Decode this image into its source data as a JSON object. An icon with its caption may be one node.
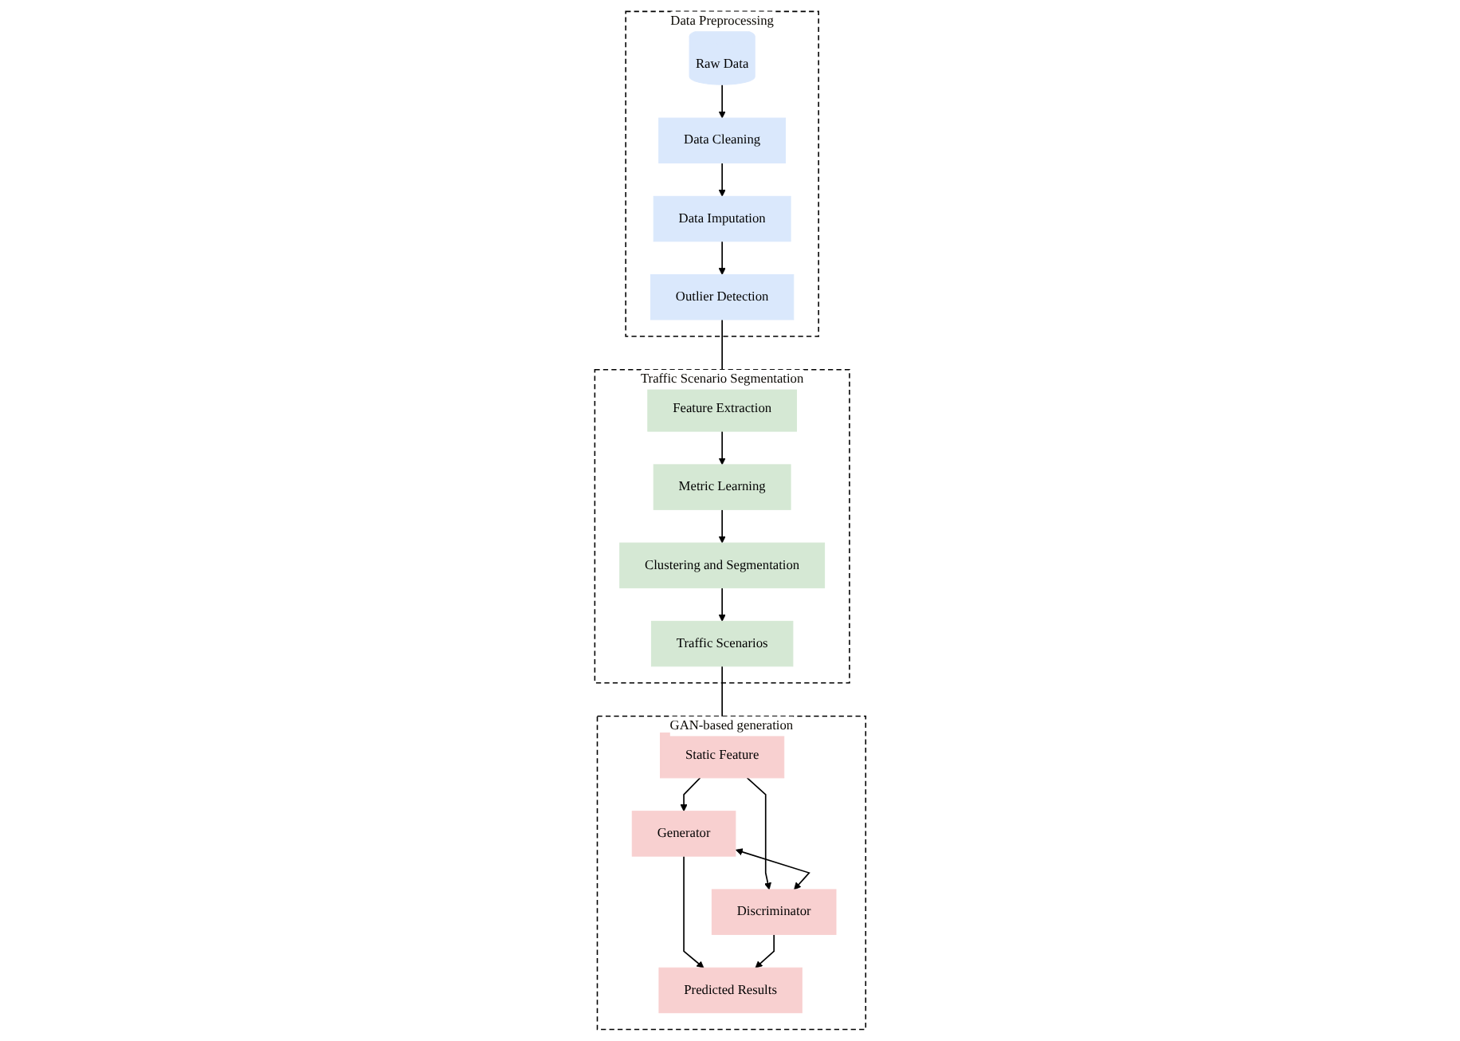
{
  "diagram": {
    "nodes": [
      {
        "text": [
          "GAN-based generation"
        ]
      },
      {
        "text": [
          "Static Feature"
        ],
        "in": 0
      },
      {
        "text": [
          "Generator"
        ],
        "in": 0
      },
      {
        "text": [
          "Discriminator"
        ],
        "in": 0
      },
      {
        "text": [
          "Predicted Results"
        ],
        "in": 0
      },
      {
        "text": [
          "Traffic Scenario Segmentation"
        ]
      },
      {
        "text": [
          "Traffic Scenarios"
        ],
        "in": 5
      },
      {
        "text": [
          "Clustering and Segmentation"
        ],
        "in": 5
      },
      {
        "text": [
          "Metric Learning"
        ],
        "in": 5
      },
      {
        "text": [
          "Feature Extraction"
        ],
        "in": 5
      },
      {
        "text": [
          "Data Preprocessing"
        ]
      },
      {
        "text": [
          "Raw Data"
        ],
        "in": 10
      },
      {
        "text": [
          "Data Cleaning"
        ],
        "in": 10
      },
      {
        "text": [
          "Data Imputation"
        ],
        "in": 10
      },
      {
        "text": [
          "Outlier Detection"
        ],
        "in": 10
      }
    ],
    "edges": [
      {
        "from": 1,
        "to": 2,
        "arrow": "to"
      },
      {
        "from": 1,
        "to": 3,
        "arrow": "to"
      },
      {
        "from": 2,
        "to": 3,
        "arrow": "both"
      },
      {
        "from": 2,
        "to": 4,
        "arrow": "to"
      },
      {
        "from": 3,
        "to": 4,
        "arrow": "to"
      },
      {
        "from": 6,
        "to": 1,
        "arrow": "to"
      },
      {
        "from": 7,
        "to": 6,
        "arrow": "to"
      },
      {
        "from": 8,
        "to": 7,
        "arrow": "to"
      },
      {
        "from": 9,
        "to": 8,
        "arrow": "to"
      },
      {
        "from": 14,
        "to": 9,
        "arrow": "to"
      },
      {
        "from": 11,
        "to": 12,
        "arrow": "to"
      },
      {
        "from": 12,
        "to": 13,
        "arrow": "to"
      },
      {
        "from": 13,
        "to": 14,
        "arrow": "to"
      }
    ]
  }
}
